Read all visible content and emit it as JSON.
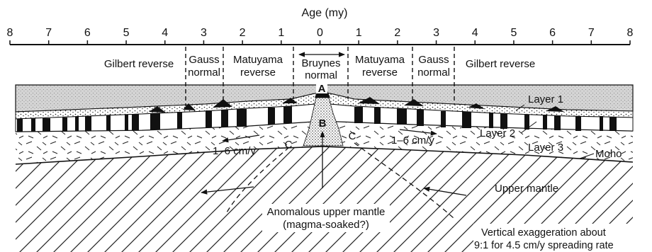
{
  "figure": {
    "axis_title": "Age (my)",
    "ticks": [
      "8",
      "7",
      "6",
      "5",
      "4",
      "3",
      "2",
      "1",
      "0",
      "1",
      "2",
      "3",
      "4",
      "5",
      "6",
      "7",
      "8"
    ],
    "zones": [
      {
        "key": "gilbert_l",
        "lines": [
          "Gilbert reverse"
        ]
      },
      {
        "key": "gauss_l",
        "lines": [
          "Gauss",
          "normal"
        ]
      },
      {
        "key": "matuyama_l",
        "lines": [
          "Matuyama",
          "reverse"
        ]
      },
      {
        "key": "bruynes",
        "lines": [
          "Bruynes",
          "normal"
        ]
      },
      {
        "key": "matuyama_r",
        "lines": [
          "Matuyama",
          "reverse"
        ]
      },
      {
        "key": "gauss_r",
        "lines": [
          "Gauss",
          "normal"
        ]
      },
      {
        "key": "gilbert_r",
        "lines": [
          "Gilbert reverse"
        ]
      }
    ],
    "labels": {
      "layer1": "Layer 1",
      "layer2": "Layer 2",
      "layer3": "Layer 3",
      "moho": "Moho",
      "upper_mantle": "Upper mantle",
      "point_a": "A",
      "point_b": "B",
      "point_c_left": "C",
      "point_c_right": "C",
      "rate_left": "1–6 cm/y",
      "rate_right": "1–6 cm/y",
      "anomalous_line1": "Anomalous upper mantle",
      "anomalous_line2": "(magma-soaked?)",
      "note_line1": "Vertical exaggeration about",
      "note_line2": "9:1 for 4.5 cm/y spreading rate"
    }
  }
}
